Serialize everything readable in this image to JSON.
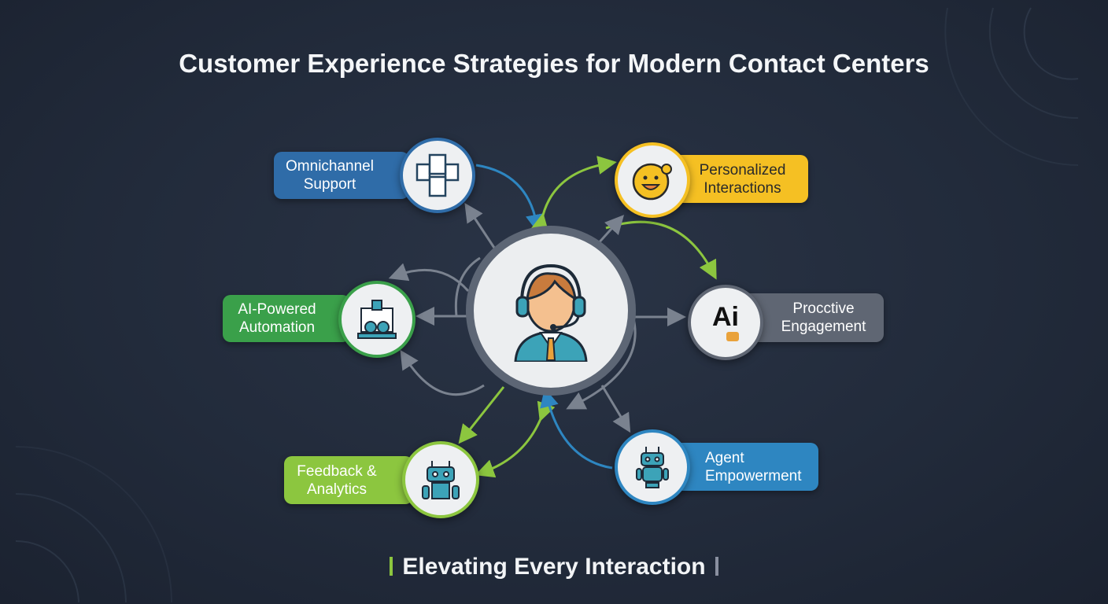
{
  "title": "Customer Experience Strategies for Modern Contact Centers",
  "center": {
    "icon": "headset-agent-icon"
  },
  "nodes": [
    {
      "label_1": "Omnichannel",
      "label_2": "Support",
      "icon": "multi-device-icon",
      "color": "#2f6ca8"
    },
    {
      "label_1": "Personalized",
      "label_2": "Interactions",
      "icon": "smiley-face-icon",
      "color": "#f5c023"
    },
    {
      "label_1": "AI-Powered",
      "label_2": "Automation",
      "icon": "automation-machine-icon",
      "color": "#3aa04a"
    },
    {
      "label_1": "Procctive",
      "label_2": "Engagement",
      "icon": "ai-icon",
      "icon_text": "Ai",
      "color": "#5f6673"
    },
    {
      "label_1": "Feedback &",
      "label_2": "Analytics",
      "icon": "robot-icon",
      "color": "#8cc63f"
    },
    {
      "label_1": "Agent",
      "label_2": "Empowerment",
      "icon": "robot-icon",
      "color": "#2e86c1"
    }
  ],
  "tagline": "Elevating Every Interaction"
}
